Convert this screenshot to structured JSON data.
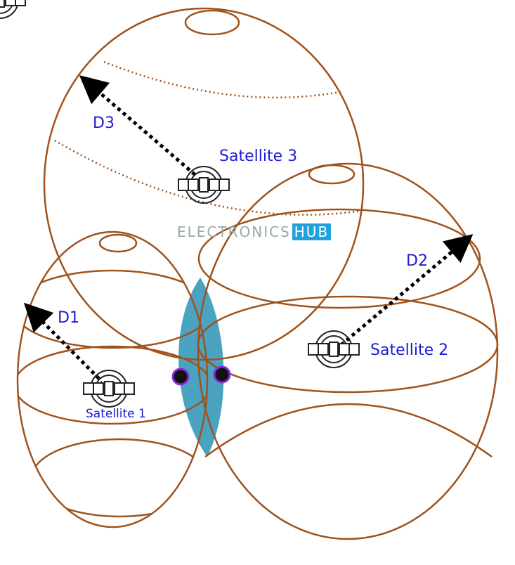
{
  "labels": {
    "satellite1": "Satellite 1",
    "satellite2": "Satellite 2",
    "satellite3": "Satellite 3",
    "d1": "D1",
    "d2": "D2",
    "d3": "D3"
  },
  "watermark": {
    "part1": "ELECTRONICS",
    "part2": "HUB"
  },
  "colors": {
    "sphere": "#a0521a",
    "intersection": "#4aa3c0",
    "label": "#1c1cd6",
    "point": "#111111",
    "point_ring": "#8a2be2"
  }
}
